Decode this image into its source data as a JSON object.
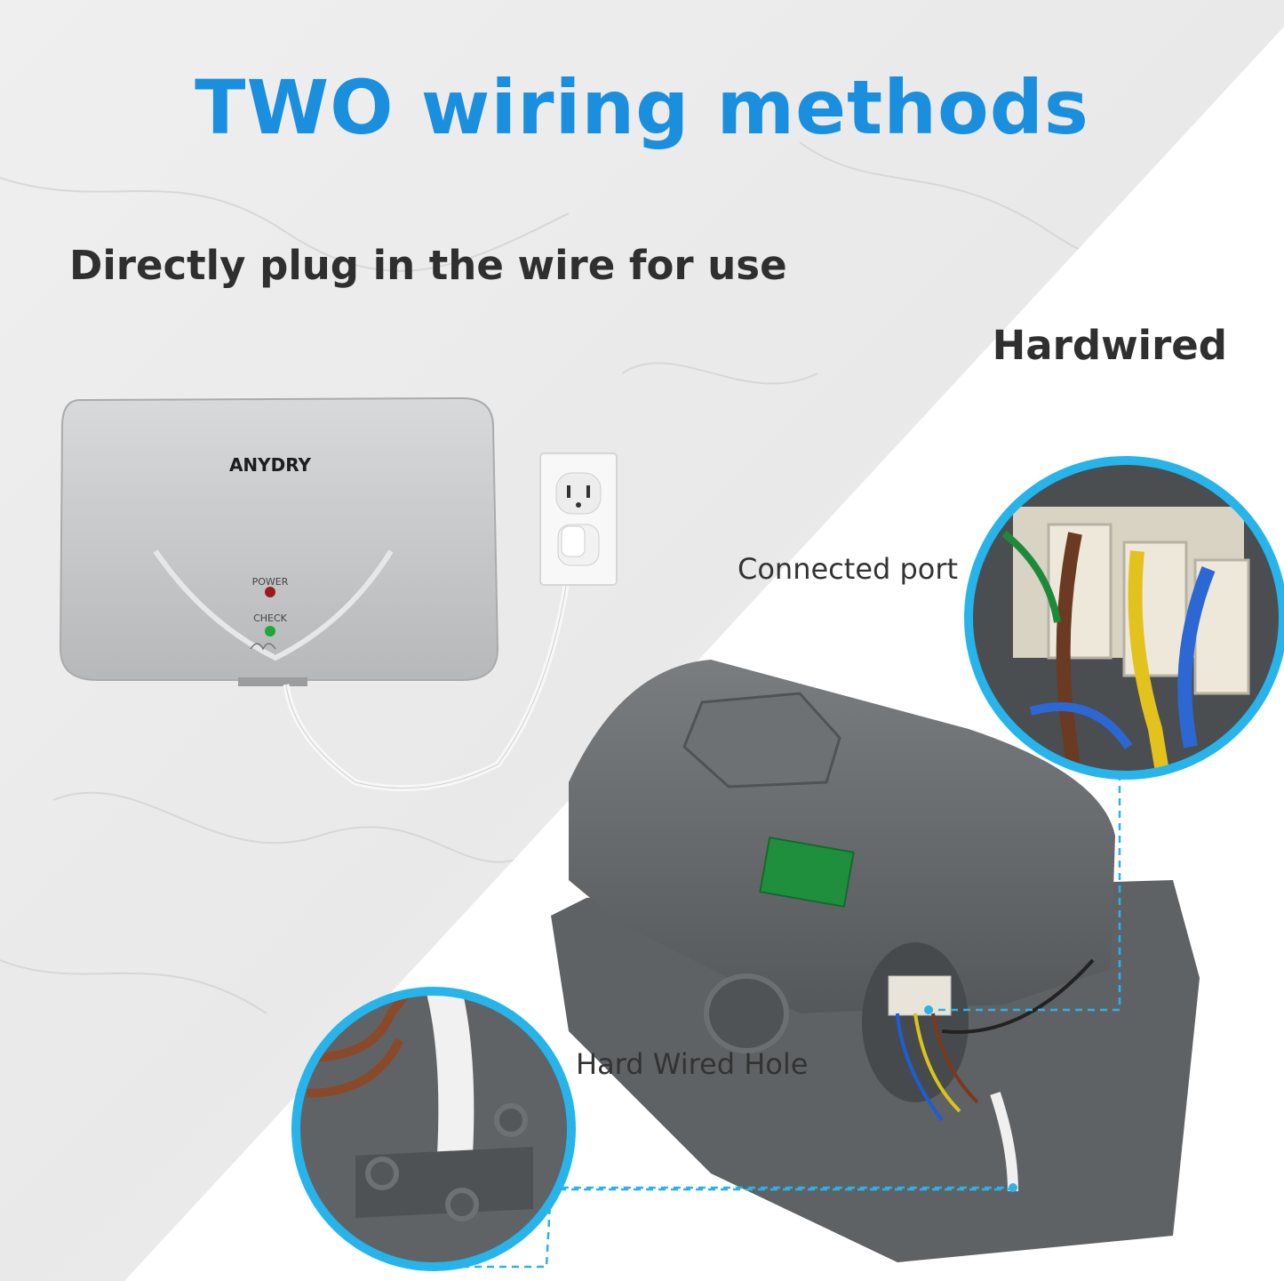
{
  "title": "TWO wiring methods",
  "subtitle": "Directly plug in the wire for use",
  "hardwired_heading": "Hardwired",
  "callouts": {
    "connected_port": "Connected port",
    "hard_wired_hole": "Hard Wired Hole"
  },
  "dryer": {
    "brand": "ANYDRY",
    "power_label": "POWER",
    "check_label": "CHECK"
  },
  "colors": {
    "title": "#1a8fde",
    "accent_circle": "#27b4ea",
    "housing": "#6b6e71",
    "dryer_body": "#c7c8ca",
    "background": "#f4f4f4",
    "lower_right_bg": "#ffffff"
  }
}
